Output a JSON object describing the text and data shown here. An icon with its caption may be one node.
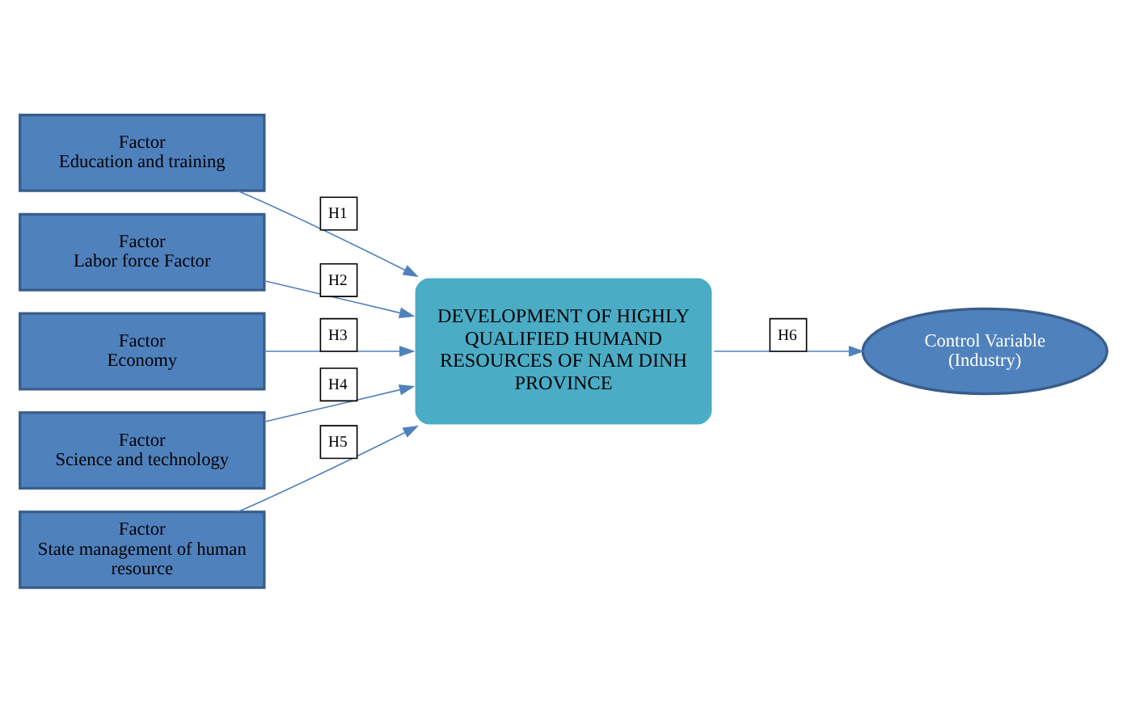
{
  "diagram": {
    "nodes": [
      {
        "text": [
          "Factor",
          "Education and training"
        ]
      },
      {
        "text": [
          "Factor",
          "Labor force Factor"
        ]
      },
      {
        "text": [
          "Factor",
          "Economy"
        ]
      },
      {
        "text": [
          "Factor",
          "Science and technology"
        ]
      },
      {
        "text": [
          "Factor",
          "State management of human resource"
        ]
      },
      {
        "text": [
          "DEVELOPMENT OF HIGHLY QUALIFIED HUMAND RESOURCES OF NAM DINH PROVINCE"
        ]
      },
      {
        "text": [
          "Control Variable (Industry)"
        ]
      }
    ],
    "edges": [
      {
        "from": 0,
        "to": 5,
        "arrow": "to",
        "label": "H1"
      },
      {
        "from": 1,
        "to": 5,
        "arrow": "to",
        "label": "H2"
      },
      {
        "from": 2,
        "to": 5,
        "arrow": "to",
        "label": "H3"
      },
      {
        "from": 3,
        "to": 5,
        "arrow": "to",
        "label": "H4"
      },
      {
        "from": 4,
        "to": 5,
        "arrow": "to",
        "label": "H5"
      },
      {
        "from": 5,
        "to": 6,
        "arrow": "to",
        "label": "H6"
      }
    ]
  }
}
